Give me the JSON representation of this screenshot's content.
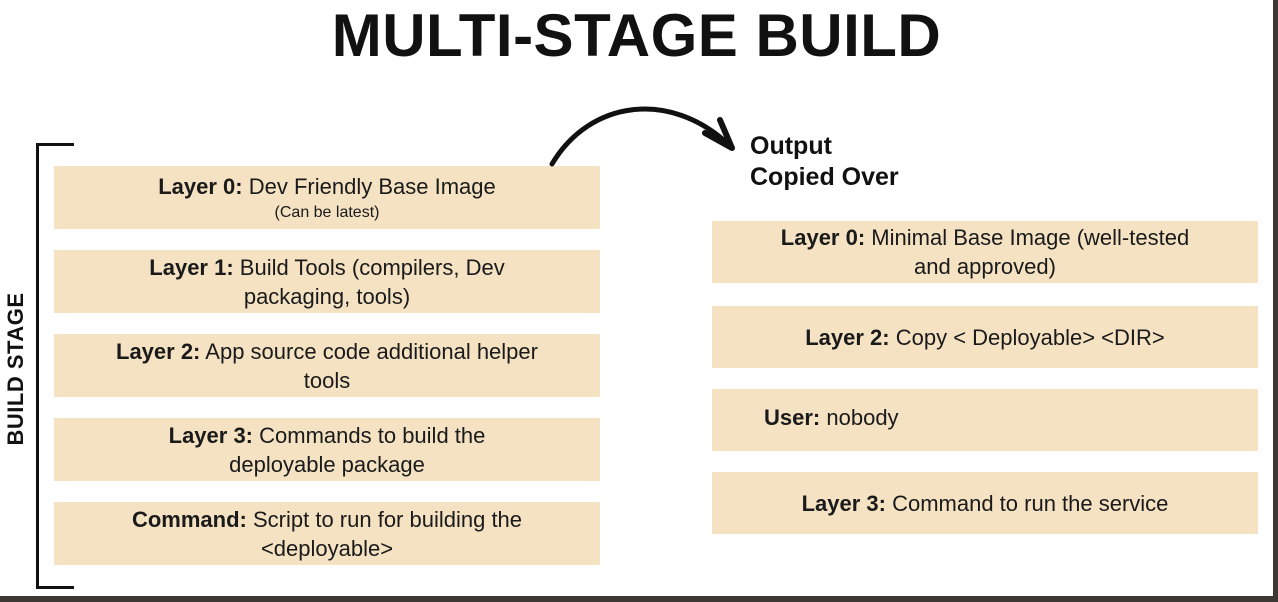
{
  "title": "MULTI-STAGE BUILD",
  "build_stage": {
    "label": "BUILD STAGE",
    "layers": [
      {
        "name": "Layer 0:",
        "text": "Dev Friendly Base Image",
        "note": "(Can be latest)"
      },
      {
        "name": "Layer 1:",
        "text": "Build Tools (compilers, Dev packaging, tools)"
      },
      {
        "name": "Layer 2:",
        "text": "App source code additional helper tools"
      },
      {
        "name": "Layer 3:",
        "text": "Commands to build the deployable package"
      },
      {
        "name": "Command:",
        "text": "Script to run for building the <deployable>"
      }
    ]
  },
  "output": {
    "label_line1": "Output",
    "label_line2": "Copied Over",
    "layers": [
      {
        "name": "Layer 0:",
        "text": "Minimal Base Image (well-tested and approved)"
      },
      {
        "name": "Layer 2:",
        "text": "Copy < Deployable> <DIR>"
      },
      {
        "name": "User:",
        "text": "nobody"
      },
      {
        "name": "Layer 3:",
        "text": "Command to run the service"
      }
    ]
  },
  "colors": {
    "box_fill": "#f4e2c3",
    "frame": "#3d3833",
    "text": "#111111"
  },
  "icons": [
    "curved-arrow-icon"
  ]
}
